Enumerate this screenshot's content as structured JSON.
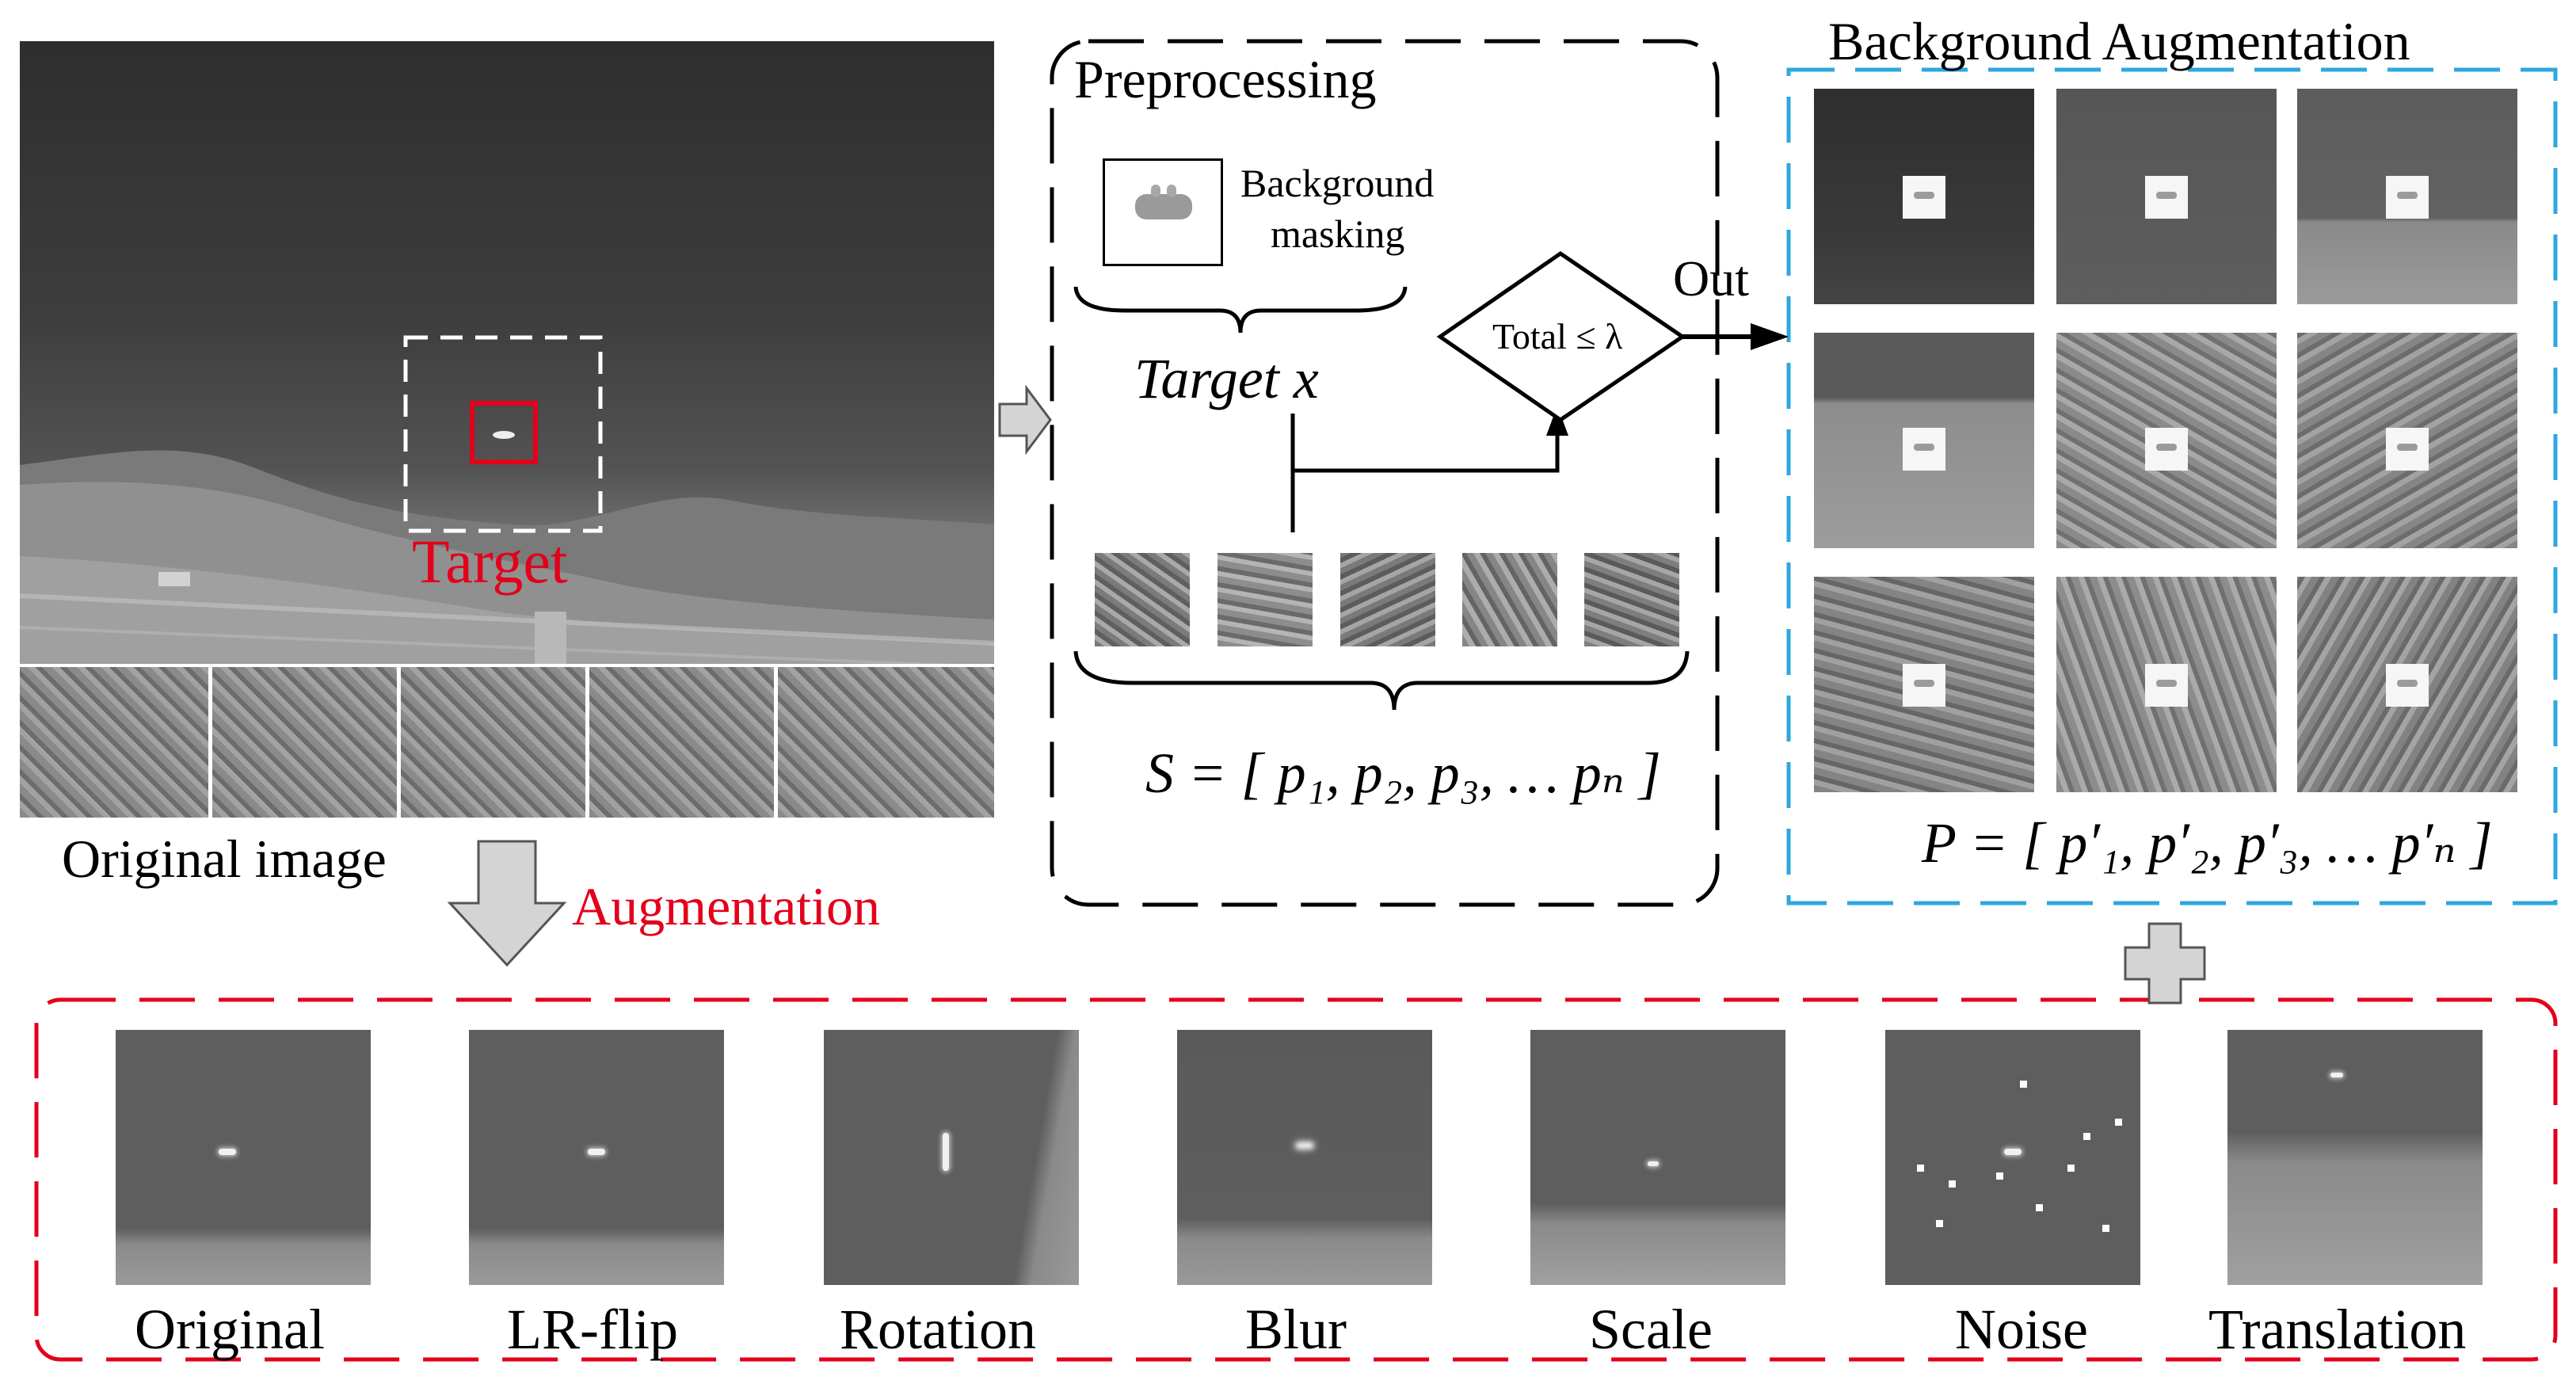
{
  "labels": {
    "target": "Target",
    "original_image": "Original image",
    "augmentation": "Augmentation",
    "preprocessing": "Preprocessing",
    "background_masking_line1": "Background",
    "background_masking_line2": "masking",
    "target_x": "Target x",
    "decision": "Total ≤ λ",
    "out": "Out",
    "background_augmentation": "Background Augmentation"
  },
  "formulas": {
    "S": "S = [ p₁, p₂, p₃, … pₙ ]",
    "P": "P = [ p′₁, p′₂, p′₃, … p′ₙ ]"
  },
  "augmentations": [
    "Original",
    "LR-flip",
    "Rotation",
    "Blur",
    "Scale",
    "Noise",
    "Translation"
  ],
  "colors": {
    "augmentation_box": "#e3001b",
    "background_box": "#2ea7e0",
    "preprocessing_box": "#000000",
    "target_box": "#e3001b",
    "arrow_gray": "#d4d4d4"
  },
  "icons": [
    "arrow-right-icon",
    "arrow-down-icon",
    "plus-icon"
  ]
}
